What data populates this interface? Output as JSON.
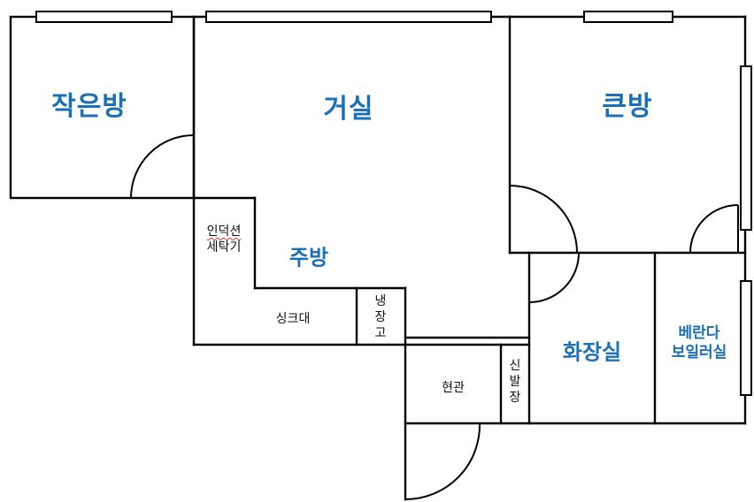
{
  "floor_plan": {
    "title": "",
    "label_color": "#1a6fb5",
    "rooms": {
      "small_room": "작은방",
      "living_room": "거실",
      "master_room": "큰방",
      "kitchen": "주방",
      "bathroom": "화장실",
      "veranda_line1": "베란다",
      "veranda_line2": "보일러실",
      "entrance": "현관"
    },
    "fixtures": {
      "induction_line1": "인덕션",
      "induction_line2": "세탁기",
      "sink": "싱크대",
      "fridge": "냉장고",
      "shoe_cabinet": "신발장"
    }
  }
}
